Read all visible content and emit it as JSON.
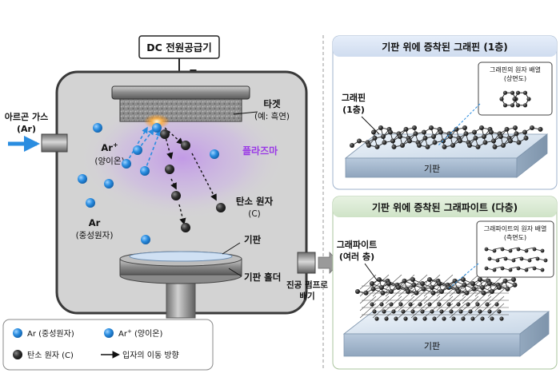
{
  "power_supply": {
    "label": "DC 전원공급기",
    "terminal": "−"
  },
  "chamber": {
    "gas_inlet_line1": "아르곤 가스",
    "gas_inlet_line2": "(Ar)",
    "target_line1": "타겟",
    "target_line2": "(예: 흑연)",
    "plasma": "플라즈마",
    "ion_line1": "Ar",
    "ion_sup": "+",
    "ion_line2": "(양이온)",
    "neutral_line1": "Ar",
    "neutral_line2": "(중성원자)",
    "carbon_line1": "탄소 원자",
    "carbon_line2": "(C)",
    "substrate": "기판",
    "holder": "기판 홀더",
    "pump_line1": "진공 펌프로",
    "pump_line2": "배기"
  },
  "legend": {
    "neutral": "Ar (중성원자)",
    "ion_prefix": "Ar",
    "ion_sup": "+",
    "ion_suffix": " (양이온)",
    "carbon": "탄소 원자 (C)",
    "arrow": "입자의 이동 방향"
  },
  "panel_graphene": {
    "title": "기판 위에 증착된 그래핀 (1층)",
    "label_line1": "그래핀",
    "label_line2": "(1층)",
    "inset_line1": "그래핀의 원자 배열",
    "inset_line2": "(상면도)",
    "substrate": "기판"
  },
  "panel_graphite": {
    "title": "기판 위에 증착된 그래파이트 (다층)",
    "label_line1": "그래파이트",
    "label_line2": "(여러 층)",
    "inset_line1": "그래파이트의 원자 배열",
    "inset_line2": "(측면도)",
    "substrate": "기판"
  },
  "colors": {
    "argon": "#2a8de0",
    "carbon": "#333333",
    "plasma": "#a64ff0",
    "panel_header_top": "#dbe7f6",
    "panel_header_bottom": "#dcebd6"
  }
}
